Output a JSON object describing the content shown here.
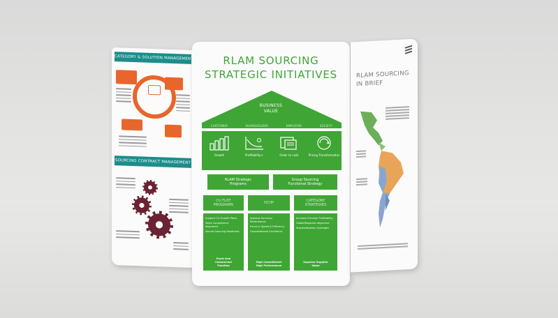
{
  "left_panel": {
    "header_top": "CATEGORY & SOLUTION MANAGEMENT",
    "header_bottom": "SOURCING CONTRACT MANAGEMENT"
  },
  "center_panel": {
    "title_line1": "RLAM SOURCING",
    "title_line2": "STRATEGIC INITIATIVES",
    "roof_line1": "BUSINESS",
    "roof_line2": "VALUE",
    "beam_labels": [
      "CUSTOMER",
      "SHAREHOLDER",
      "EMPLOYEE",
      "SOCIETY"
    ],
    "icons": [
      {
        "icon": "growth-bars-icon",
        "label": "Growth"
      },
      {
        "icon": "profitability-chart-icon",
        "label": "Profitability+"
      },
      {
        "icon": "order-to-cash-icon",
        "label": "Order to cash"
      },
      {
        "icon": "transformation-icon",
        "label": "Pricing Transformation"
      }
    ],
    "pill_left": [
      "RLAM Strategic",
      "Programs"
    ],
    "pill_right": [
      "Group Sourcing",
      "Functional Strategy"
    ],
    "columns": [
      {
        "head": [
          "CU FLOT",
          "PROGRAMS"
        ],
        "items": [
          "Support CU Growth Plans",
          "Sales Competence alignment",
          "Secure Sourcing Readiness"
        ],
        "foot": [
          "Front Line",
          "Commercial",
          "Function"
        ]
      },
      {
        "head": [
          "HCHP"
        ],
        "items": [
          "Improve Sourcing Performance",
          "Focus in Speed & Efficiency",
          "Organizational Excellence"
        ],
        "foot": [
          "High Commitment",
          "High Performance"
        ]
      },
      {
        "head": [
          "CATEGORY",
          "STRATEGIES"
        ],
        "items": [
          "Increase Ericsson Profitability",
          "Global/Regional alignment",
          "Standardization Synergies"
        ],
        "foot": [
          "Superior Supplier",
          "Value"
        ]
      }
    ]
  },
  "right_panel": {
    "title_line1": "RLAM SOURCING",
    "title_line2": "IN BRIEF"
  }
}
